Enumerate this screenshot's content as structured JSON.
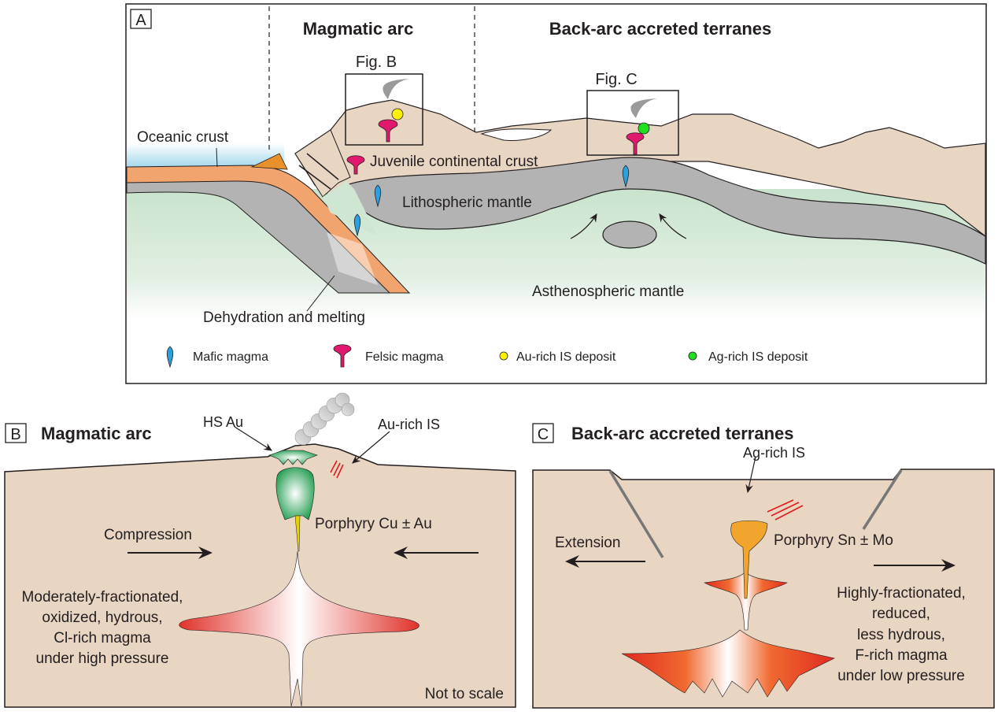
{
  "panel_a": {
    "letter": "A",
    "section_magmatic_arc": "Magmatic arc",
    "section_back_arc": "Back-arc accreted terranes",
    "fig_b_label": "Fig. B",
    "fig_c_label": "Fig. C",
    "oceanic_crust": "Oceanic crust",
    "juvenile_crust": "Juvenile continental crust",
    "lithospheric_mantle": "Lithospheric mantle",
    "asthenospheric_mantle": "Asthenospheric mantle",
    "dehydration": "Dehydration and melting",
    "legend": [
      {
        "label": "Mafic magma",
        "icon": "mafic-magma-icon",
        "color": "#2aa0dc"
      },
      {
        "label": "Felsic magma",
        "icon": "felsic-magma-icon",
        "color": "#e0196e"
      },
      {
        "label": "Au-rich IS deposit",
        "icon": "yellow-dot-icon",
        "color": "#fff200"
      },
      {
        "label": "Ag-rich IS deposit",
        "icon": "green-dot-icon",
        "color": "#1fe01f"
      }
    ]
  },
  "panel_b": {
    "letter": "B",
    "title": "Magmatic arc",
    "hs_au": "HS Au",
    "au_rich_is": "Au-rich IS",
    "porphyry": "Porphyry Cu ± Au",
    "compression": "Compression",
    "magma_desc": [
      "Moderately-fractionated,",
      "oxidized, hydrous,",
      "Cl-rich magma",
      "under high pressure"
    ],
    "not_to_scale": "Not to scale"
  },
  "panel_c": {
    "letter": "C",
    "title": "Back-arc accreted terranes",
    "ag_rich_is": "Ag-rich IS",
    "porphyry": "Porphyry Sn ± Mo",
    "extension": "Extension",
    "magma_desc": [
      "Highly-fractionated,",
      "reduced,",
      "less hydrous,",
      "F-rich magma",
      "under low pressure"
    ]
  },
  "colors": {
    "crust": "#e8d5c2",
    "mantle_gray": "#b3b3b3",
    "oceanic": "#f2a46f",
    "astheno": "#cfe6d3",
    "sea": "#a9dbef"
  }
}
